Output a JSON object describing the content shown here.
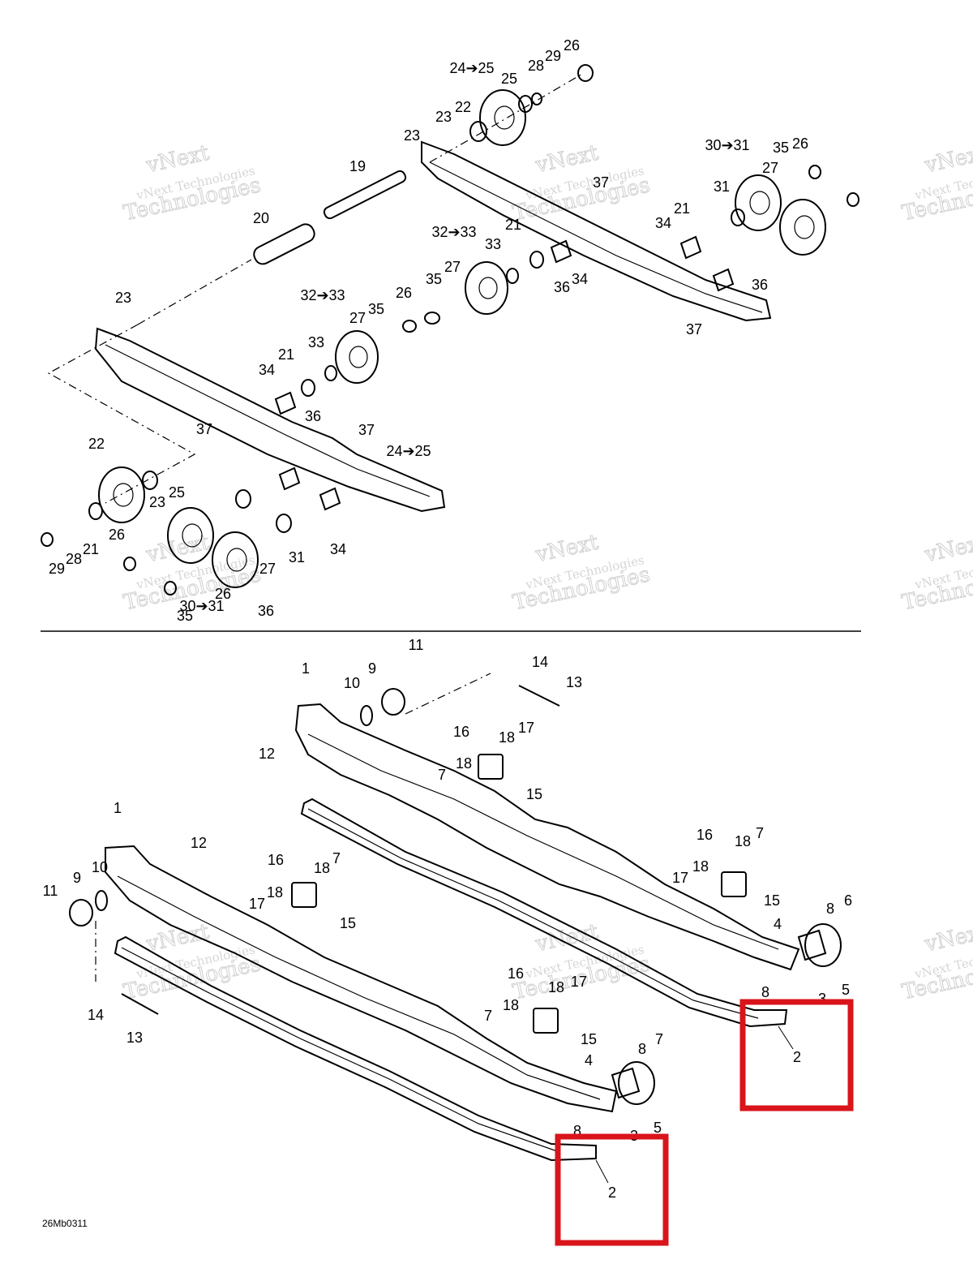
{
  "watermark": {
    "line1": "vNext Technologies",
    "line2": "Technologies",
    "big": "vNext"
  },
  "drawing_code": "26Mb0311",
  "highlight_color": "#d9141b",
  "top_labels": [
    "24➔25",
    "25",
    "28",
    "29",
    "26",
    "23",
    "22",
    "23",
    "19",
    "20",
    "30➔31",
    "35",
    "26",
    "27",
    "31",
    "37",
    "21",
    "34",
    "36",
    "32➔33",
    "33",
    "21",
    "27",
    "35",
    "36",
    "34",
    "23",
    "32➔33",
    "26",
    "27",
    "35",
    "33",
    "21",
    "34",
    "36",
    "37",
    "37",
    "37",
    "24➔25",
    "22",
    "23",
    "25",
    "26",
    "29",
    "28",
    "21",
    "31",
    "27",
    "26",
    "35",
    "30➔31",
    "36",
    "34"
  ],
  "bottom_labels": [
    "11",
    "1",
    "10",
    "9",
    "14",
    "13",
    "12",
    "16",
    "18",
    "17",
    "18",
    "7",
    "15",
    "1",
    "12",
    "11",
    "9",
    "10",
    "16",
    "18",
    "7",
    "17",
    "18",
    "15",
    "16",
    "18",
    "7",
    "18",
    "17",
    "15",
    "4",
    "8",
    "6",
    "8",
    "3",
    "5",
    "2",
    "14",
    "13",
    "16",
    "18",
    "17",
    "7",
    "18",
    "15",
    "4",
    "8",
    "7",
    "8",
    "3",
    "5",
    "2"
  ]
}
